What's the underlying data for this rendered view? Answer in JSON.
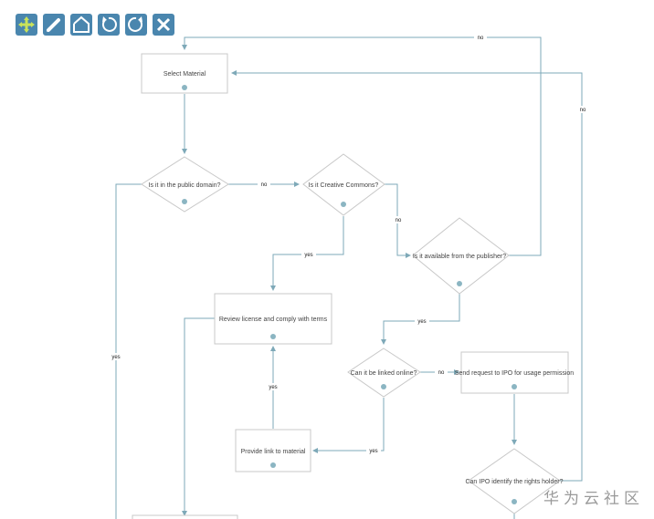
{
  "toolbar": {
    "buttons": [
      {
        "icon": "move-icon"
      },
      {
        "icon": "pencil-icon"
      },
      {
        "icon": "home-icon"
      },
      {
        "icon": "undo-icon"
      },
      {
        "icon": "redo-icon"
      },
      {
        "icon": "close-icon"
      }
    ],
    "accent": "#4a86ae"
  },
  "flowchart": {
    "nodes": {
      "select": {
        "label": "Select Material",
        "shape": "rect"
      },
      "public": {
        "label": "Is it in the public domain?",
        "shape": "diamond"
      },
      "cc": {
        "label": "Is it Creative Commons?",
        "shape": "diamond"
      },
      "publisher": {
        "label": "Is it available from the publisher?",
        "shape": "diamond"
      },
      "review": {
        "label": "Review license and comply with terms",
        "shape": "rect"
      },
      "linked": {
        "label": "Can it be linked online?",
        "shape": "diamond"
      },
      "request": {
        "label": "Send request to IPO for usage permission",
        "shape": "rect"
      },
      "provide": {
        "label": "Provide link to material",
        "shape": "rect"
      },
      "identify": {
        "label": "Can IPO identify the rights holder?",
        "shape": "diamond"
      }
    },
    "edge_labels": {
      "public_no": "no",
      "cc_no": "no",
      "publisher_no": "no",
      "identify_no": "no",
      "public_yes": "yes",
      "cc_yes": "yes",
      "publisher_yes": "yes",
      "linked_no": "no",
      "linked_yes": "yes",
      "provide_yes": "yes"
    },
    "line_color": "#7ea9b8",
    "border_color": "#c8c8c8"
  },
  "watermark": "华为云社区"
}
